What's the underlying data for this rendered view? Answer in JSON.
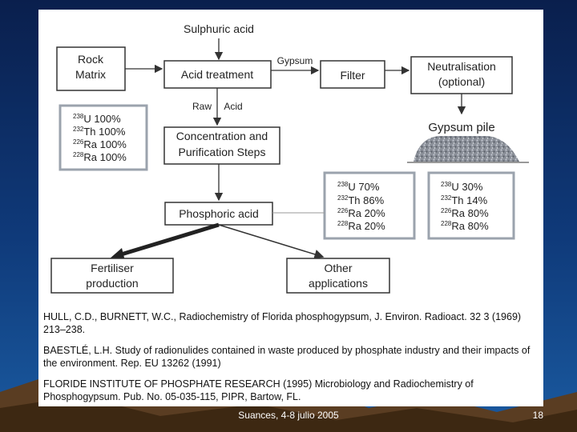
{
  "diagram": {
    "sulphuric_acid": "Sulphuric acid",
    "rock_matrix_line1": "Rock",
    "rock_matrix_line2": "Matrix",
    "acid_treatment": "Acid treatment",
    "gypsum_label": "Gypsum",
    "filter": "Filter",
    "neutralisation_line1": "Neutralisation",
    "neutralisation_line2": "(optional)",
    "raw_acid_1": "Raw",
    "raw_acid_2": "Acid",
    "gypsum_pile": "Gypsum pile",
    "concentration_line1": "Concentration and",
    "concentration_line2": "Purification Steps",
    "phosphoric_acid": "Phosphoric acid",
    "fertiliser_line1": "Fertiliser",
    "fertiliser_line2": "production",
    "other_line1": "Other",
    "other_line2": "applications",
    "rock_isotopes": [
      {
        "mass": "238",
        "el": "U",
        "pct": "100%"
      },
      {
        "mass": "232",
        "el": "Th",
        "pct": "100%"
      },
      {
        "mass": "226",
        "el": "Ra",
        "pct": "100%"
      },
      {
        "mass": "228",
        "el": "Ra",
        "pct": "100%"
      }
    ],
    "acid_isotopes": [
      {
        "mass": "238",
        "el": "U",
        "pct": "70%"
      },
      {
        "mass": "232",
        "el": "Th",
        "pct": "86%"
      },
      {
        "mass": "226",
        "el": "Ra",
        "pct": "20%"
      },
      {
        "mass": "228",
        "el": "Ra",
        "pct": "20%"
      }
    ],
    "gypsum_isotopes": [
      {
        "mass": "238",
        "el": "U",
        "pct": "30%"
      },
      {
        "mass": "232",
        "el": "Th",
        "pct": "14%"
      },
      {
        "mass": "226",
        "el": "Ra",
        "pct": "80%"
      },
      {
        "mass": "228",
        "el": "Ra",
        "pct": "80%"
      }
    ]
  },
  "references": [
    "HULL, C.D., BURNETT, W.C., Radiochemistry of Florida phosphogypsum, J. Environ. Radioact. 32 3 (1969) 213–238.",
    "BAESTLÉ, L.H. Study of radionulides contained in waste produced by phosphate industry and their impacts of the environment. Rep. EU 13262 (1991)",
    "FLORIDE INSTITUTE OF PHOSPHATE RESEARCH (1995) Microbiology and Radiochemistry of Phosphogypsum. Pub. No. 05-035-115, PIPR, Bartow, FL."
  ],
  "footer": {
    "venue": "Suances, 4-8 julio 2005",
    "page": "18"
  }
}
